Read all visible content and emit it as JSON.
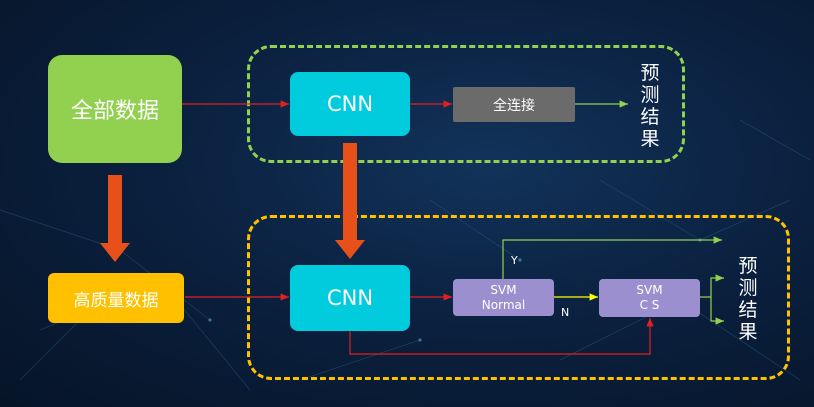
{
  "nodes": {
    "all_data": "全部数据",
    "cnn_top": "CNN",
    "fully_connected": "全连接",
    "result_top": "预测结果",
    "hq_data": "高质量数据",
    "cnn_bottom": "CNN",
    "svm_normal": "SVM\nNormal",
    "svm_cs": "SVM\nC S",
    "result_bottom": "预测结果"
  },
  "edge_labels": {
    "yes": "Y",
    "no": "N"
  },
  "colors": {
    "top_dashed_border": "#92d050",
    "bottom_dashed_border": "#ffc000",
    "red_arrow": "#e02020",
    "green_arrow": "#92d050",
    "yellow_arrow": "#ffff00",
    "big_arrow": "#e8501a"
  }
}
